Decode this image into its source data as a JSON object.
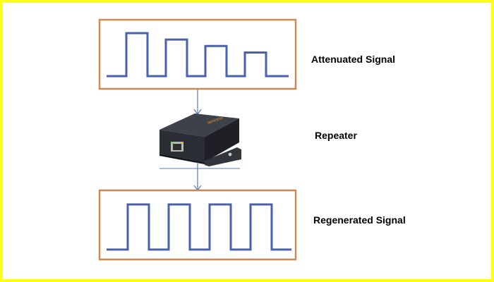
{
  "labels": {
    "attenuated": "Attenuated Signal",
    "repeater": "Repeater",
    "regenerated": "Regenerated Signal"
  },
  "device": {
    "logo_text": "lantronix",
    "icon": "repeater-device-icon"
  },
  "signals": {
    "attenuated": {
      "pulse_count": 4,
      "pulse_heights_relative": [
        1.0,
        0.85,
        0.7,
        0.55
      ]
    },
    "regenerated": {
      "pulse_count": 4,
      "pulse_heights_relative": [
        1.0,
        1.0,
        1.0,
        1.0
      ]
    }
  },
  "colors": {
    "frame_border": "#ffff1a",
    "box_border": "#d08850",
    "signal_line": "#4a62ad",
    "arrow": "#5a7bb5",
    "text": "#000000"
  }
}
